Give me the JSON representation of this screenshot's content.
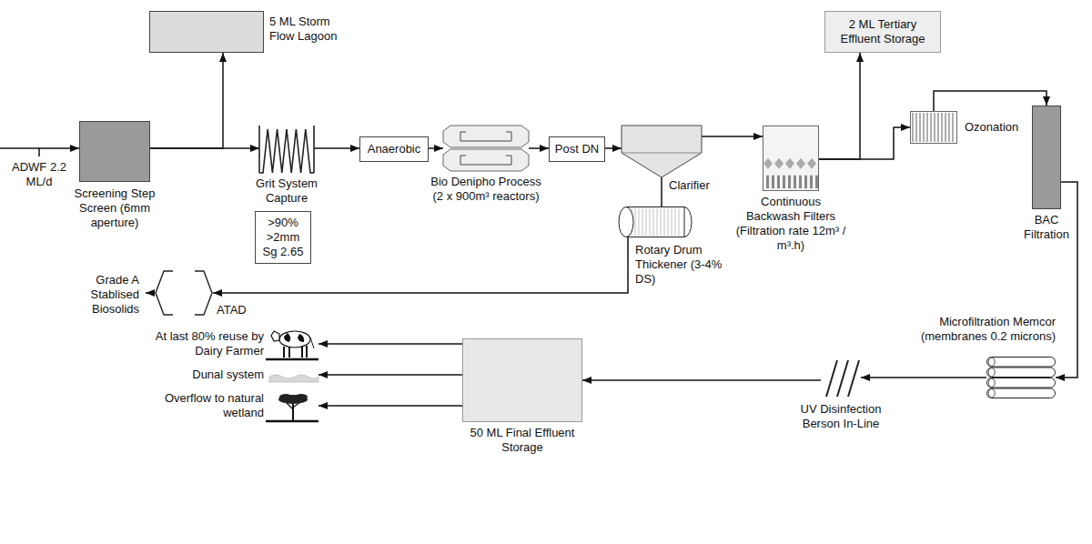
{
  "diagram": {
    "nodes": [
      {
        "text": [
          "ADWF 2.2 ML/d"
        ]
      },
      {
        "text": [
          "Screening Step Screen (6mm aperture)"
        ]
      },
      {
        "text": [
          "5 ML Storm Flow Lagoon"
        ]
      },
      {
        "text": [
          "Grit System Capture"
        ]
      },
      {
        "text": [
          ">90% >2mm Sg 2.65"
        ]
      },
      {
        "text": [
          "Anaerobic"
        ]
      },
      {
        "text": [
          "Bio Denipho Process (2 x 900m³ reactors)"
        ]
      },
      {
        "text": [
          "Post DN"
        ]
      },
      {
        "text": [
          "Clarifier"
        ]
      },
      {
        "text": [
          "Rotary Drum Thickener (3-4% DS)"
        ]
      },
      {
        "text": [
          "ATAD"
        ]
      },
      {
        "text": [
          "Grade A Stablised Biosolids"
        ]
      },
      {
        "text": [
          "Continuous Backwash Filters (Filtration rate 12m³ / m³.h)"
        ]
      },
      {
        "text": [
          "2 ML Tertiary Effluent Storage"
        ]
      },
      {
        "text": [
          "Ozonation"
        ]
      },
      {
        "text": [
          "BAC Filtration"
        ]
      },
      {
        "text": [
          "Microfiltration Memcor (membranes 0.2 microns)"
        ]
      },
      {
        "text": [
          "UV Disinfection Berson In-Line"
        ]
      },
      {
        "text": [
          "50 ML Final Effluent Storage"
        ]
      },
      {
        "text": [
          "At last 80% reuse by Dairy Farmer"
        ]
      },
      {
        "text": [
          "Dunal system"
        ]
      },
      {
        "text": [
          "Overflow to natural wetland"
        ]
      }
    ],
    "edges": [
      {
        "from": 0,
        "to": 1,
        "arrow": "to"
      },
      {
        "from": 1,
        "to": 3,
        "arrow": "to"
      },
      {
        "from": 1,
        "to": 2,
        "arrow": "to"
      },
      {
        "from": 3,
        "to": 5,
        "arrow": "to"
      },
      {
        "from": 5,
        "to": 6,
        "arrow": "to"
      },
      {
        "from": 6,
        "to": 7,
        "arrow": "to"
      },
      {
        "from": 7,
        "to": 8,
        "arrow": "to"
      },
      {
        "from": 8,
        "to": 9,
        "arrow": "none"
      },
      {
        "from": 9,
        "to": 10,
        "arrow": "to"
      },
      {
        "from": 10,
        "to": 11,
        "arrow": "to"
      },
      {
        "from": 8,
        "to": 12,
        "arrow": "to"
      },
      {
        "from": 12,
        "to": 13,
        "arrow": "to"
      },
      {
        "from": 12,
        "to": 14,
        "arrow": "to"
      },
      {
        "from": 14,
        "to": 15,
        "arrow": "to"
      },
      {
        "from": 15,
        "to": 16,
        "arrow": "to"
      },
      {
        "from": 16,
        "to": 17,
        "arrow": "to"
      },
      {
        "from": 17,
        "to": 18,
        "arrow": "to"
      },
      {
        "from": 18,
        "to": 19,
        "arrow": "to"
      },
      {
        "from": 18,
        "to": 20,
        "arrow": "to"
      },
      {
        "from": 18,
        "to": 21,
        "arrow": "to"
      }
    ]
  }
}
